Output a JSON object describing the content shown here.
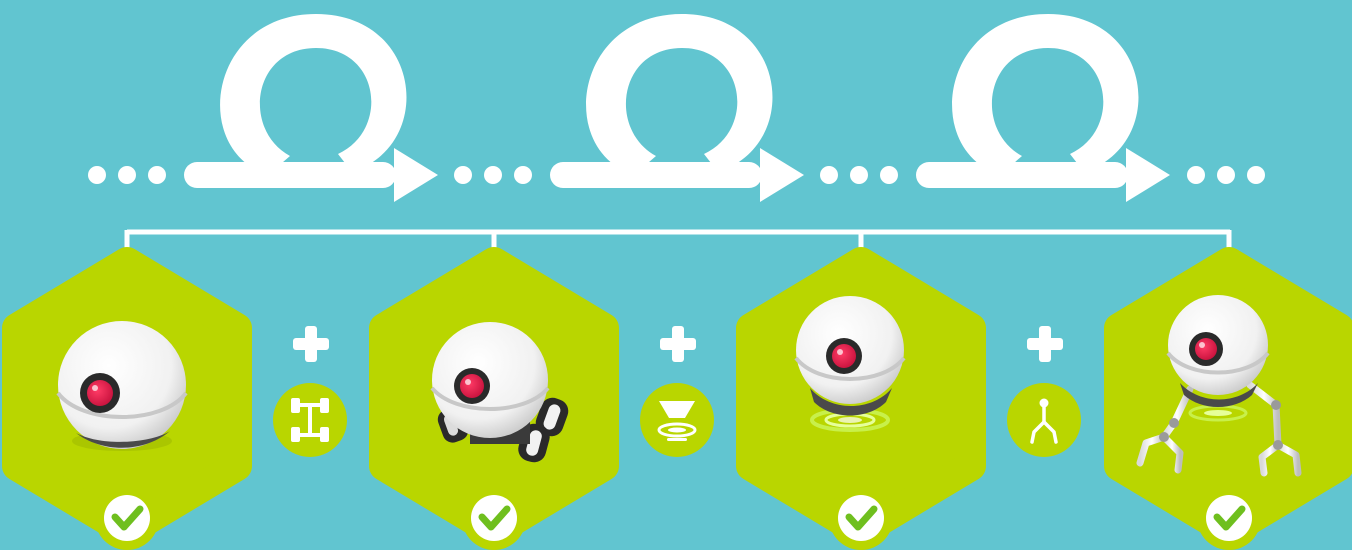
{
  "colors": {
    "background": "#61c5d0",
    "white": "#ffffff",
    "lime": "#b9d600",
    "check_green": "#6fbf1e",
    "robot_eye_red": "#e01c4a",
    "robot_shadow": "#4a4a4a",
    "hover_ring": "#c8f04a"
  },
  "flow": {
    "loop_count": 3,
    "stage_count": 4
  },
  "stages": [
    {
      "robot": "robot-ball-body",
      "upgrade_icon": "chassis-wheels-icon",
      "complete": true
    },
    {
      "robot": "robot-with-wheels",
      "upgrade_icon": "hover-base-icon",
      "complete": true
    },
    {
      "robot": "robot-hovering",
      "upgrade_icon": "robot-arm-icon",
      "complete": true
    },
    {
      "robot": "robot-with-arms",
      "upgrade_icon": null,
      "complete": true
    }
  ],
  "icons": {
    "plus": "plus-icon",
    "check": "check-icon",
    "dots": "ellipsis-dots-icon",
    "loop": "loop-arrow-icon"
  }
}
